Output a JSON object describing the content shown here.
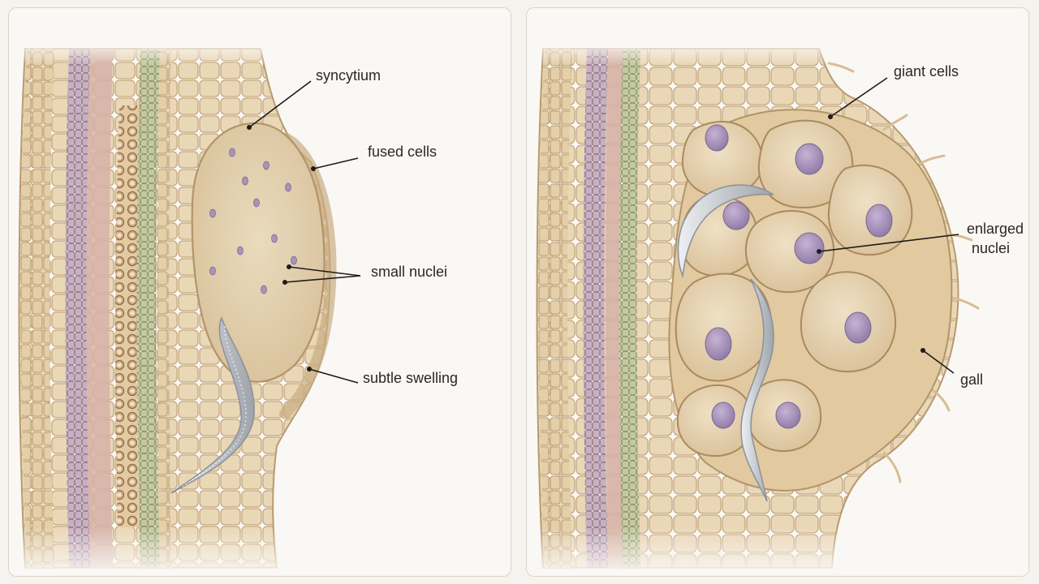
{
  "left_panel": {
    "labels": {
      "syncytium": "syncytium",
      "fused_cells": "fused cells",
      "small_nuclei": "small nuclei",
      "subtle_swelling": "subtle swelling"
    }
  },
  "right_panel": {
    "labels": {
      "giant_cells": "giant cells",
      "enlarged_nuclei_line1": "enlarged",
      "enlarged_nuclei_line2": "nuclei",
      "gall": "gall"
    }
  },
  "colors": {
    "panel_bg": "#faf8f5",
    "tissue": "#e7d3b0",
    "cell_wall": "#c3a77e",
    "vascular_purple": "#b9a1b5",
    "vascular_green": "#b6bf98",
    "nucleus": "#a993b7",
    "nematode": "#c9ccd0"
  }
}
